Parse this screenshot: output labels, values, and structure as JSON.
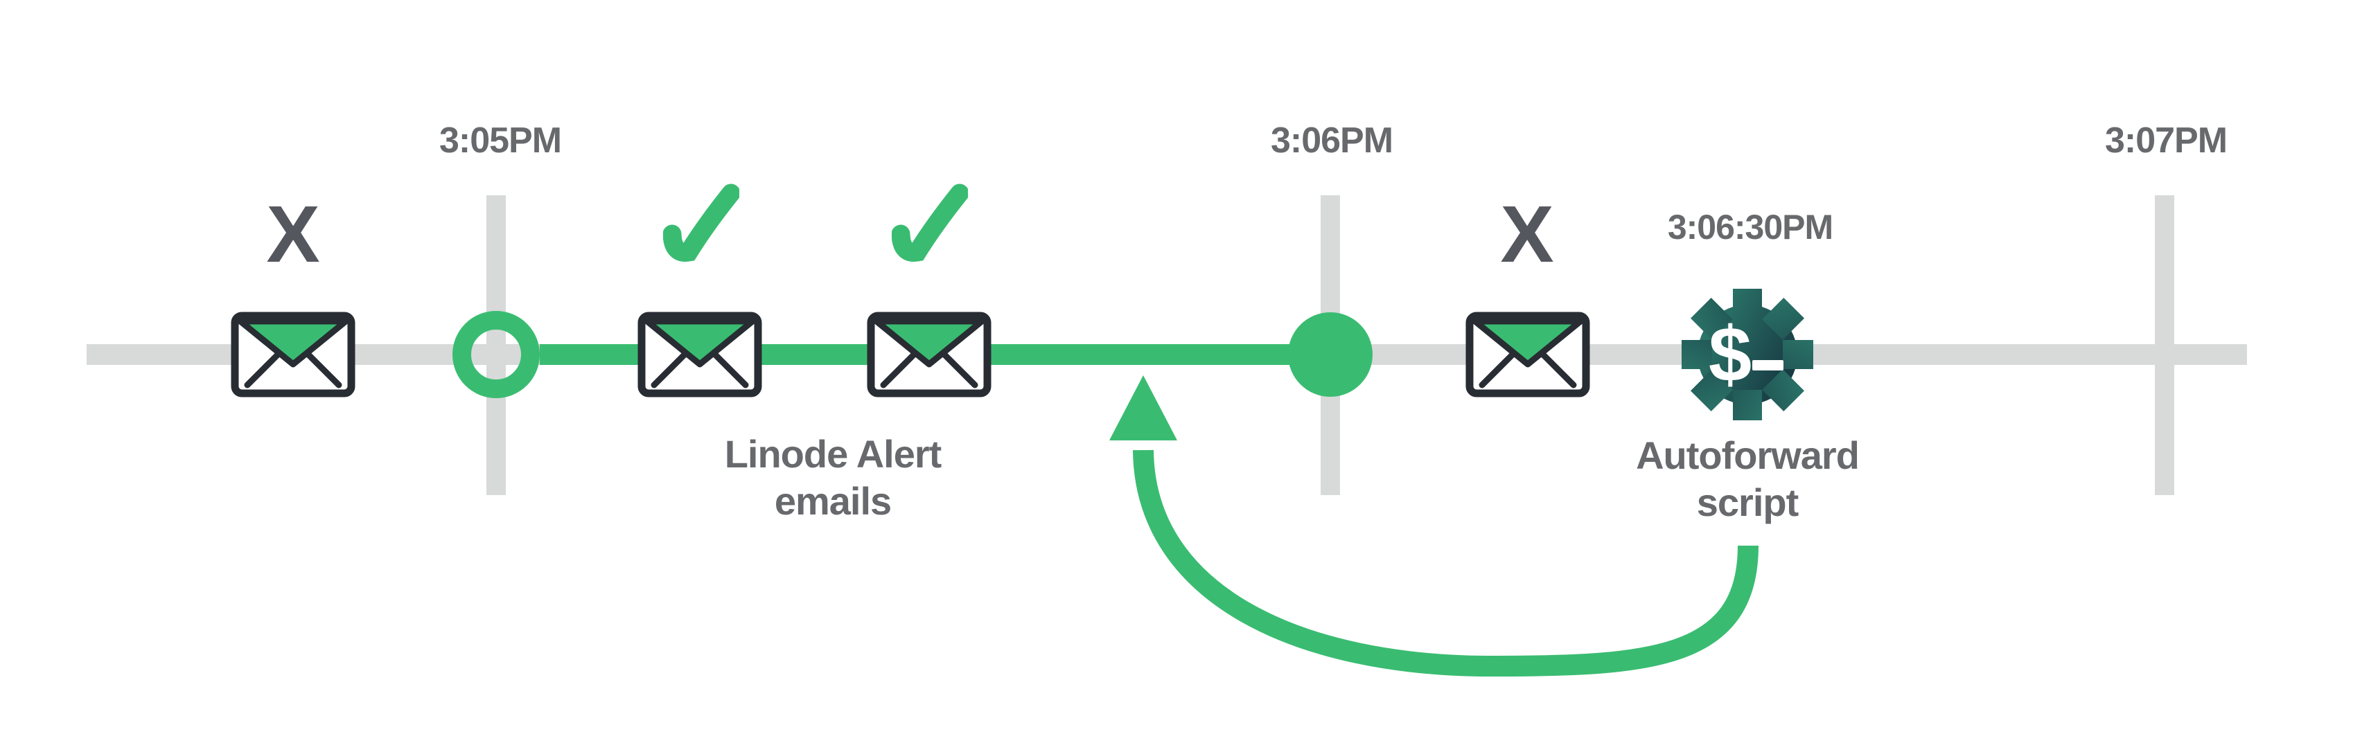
{
  "colors": {
    "green": "#39bc71",
    "line-gray": "#d8d9d9",
    "label-gray": "#67696d",
    "x-gray": "#54575e",
    "envelope-stroke": "#282c33",
    "gear-teal": "#2e7e6f",
    "gear-dark": "#132c3a",
    "white": "#ffffff"
  },
  "timeline": {
    "major_ticks": [
      {
        "label": "3:05PM"
      },
      {
        "label": "3:06PM"
      },
      {
        "label": "3:07PM"
      }
    ],
    "event_time_label": "3:06:30PM"
  },
  "events": {
    "failed_email_1": {
      "symbol": "X"
    },
    "failed_email_2": {
      "symbol": "X"
    }
  },
  "labels": {
    "alert_emails_line1": "Linode Alert",
    "alert_emails_line2": "emails",
    "autoforward_line1": "Autoforward",
    "autoforward_line2": "script",
    "gear_dollar": "$"
  }
}
